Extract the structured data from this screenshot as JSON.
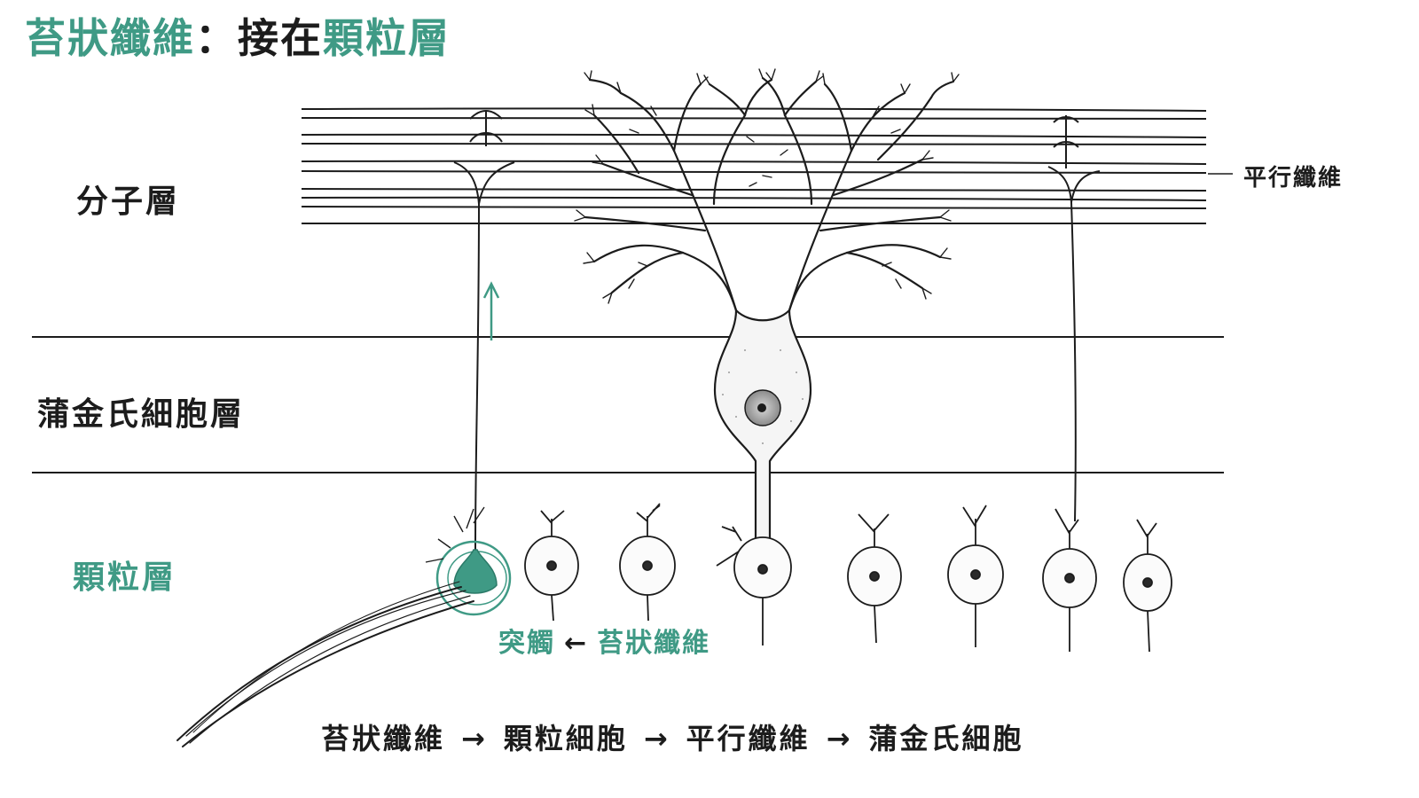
{
  "title": {
    "part1": "苔狀纖維",
    "colon": "：",
    "part2": "接在",
    "part3": "顆粒層"
  },
  "layers": {
    "molecular": "分子層",
    "purkinje": "蒲金氏細胞層",
    "granular": "顆粒層"
  },
  "labels": {
    "parallel_fiber": "平行纖維",
    "synapse": "突觸",
    "synapse_arrow": "←",
    "mossy_fiber": "苔狀纖維"
  },
  "pathway": {
    "steps": [
      "苔狀纖維",
      "顆粒細胞",
      "平行纖維",
      "蒲金氏細胞"
    ],
    "arrow": "→"
  },
  "colors": {
    "accent": "#3f9a85",
    "ink": "#1c1c1c"
  }
}
